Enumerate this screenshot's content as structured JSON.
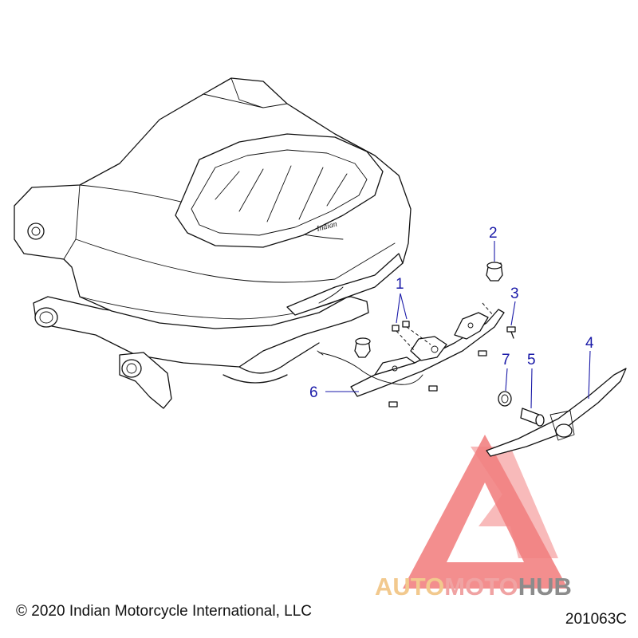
{
  "diagram": {
    "callouts": [
      {
        "id": "callout-1",
        "label": "1"
      },
      {
        "id": "callout-2",
        "label": "2"
      },
      {
        "id": "callout-3",
        "label": "3"
      },
      {
        "id": "callout-4",
        "label": "4"
      },
      {
        "id": "callout-5",
        "label": "5"
      },
      {
        "id": "callout-6",
        "label": "6"
      },
      {
        "id": "callout-7",
        "label": "7"
      }
    ],
    "trunk_emblem": "Indian"
  },
  "watermark": {
    "part1": "AUTO",
    "part2": "MOTO",
    "part3": "HUB",
    "colors": {
      "triangle": "#f06b6b",
      "auto": "#f2c98e",
      "moto": "#f0a3a3",
      "hub": "#8c8c8c"
    }
  },
  "footer": {
    "copyright": "© 2020 Indian Motorcycle International, LLC",
    "figure_id": "201063C"
  }
}
